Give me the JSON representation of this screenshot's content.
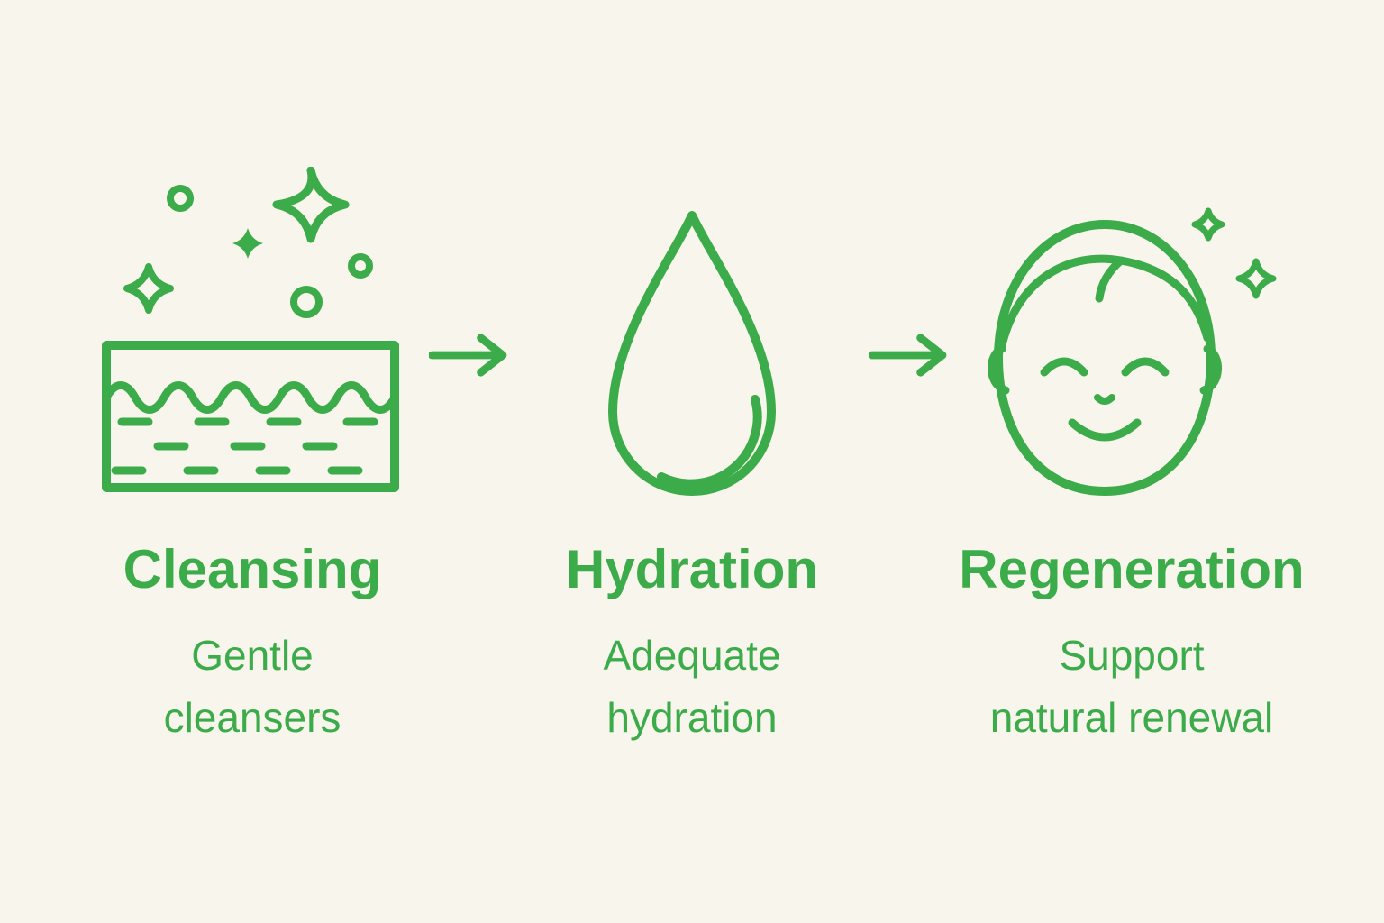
{
  "colors": {
    "accent": "#3cab4a",
    "background": "#f8f6ec"
  },
  "diagram": {
    "type": "three-step skincare routine flow",
    "flow_direction": "left-to-right",
    "arrow_icon": "right-arrow-icon"
  },
  "steps": [
    {
      "title": "Cleansing",
      "subtitle": "Gentle cleansers",
      "subtitle_lines": [
        "Gentle",
        "cleansers"
      ],
      "icon": "skin-layer-sparkles-icon"
    },
    {
      "title": "Hydration",
      "subtitle": "Adequate hydration",
      "subtitle_lines": [
        "Adequate",
        "hydration"
      ],
      "icon": "water-drop-icon"
    },
    {
      "title": "Regeneration",
      "subtitle": "Support natural renewal",
      "subtitle_lines": [
        "Support",
        "natural renewal"
      ],
      "icon": "smiling-face-sparkles-icon"
    }
  ]
}
